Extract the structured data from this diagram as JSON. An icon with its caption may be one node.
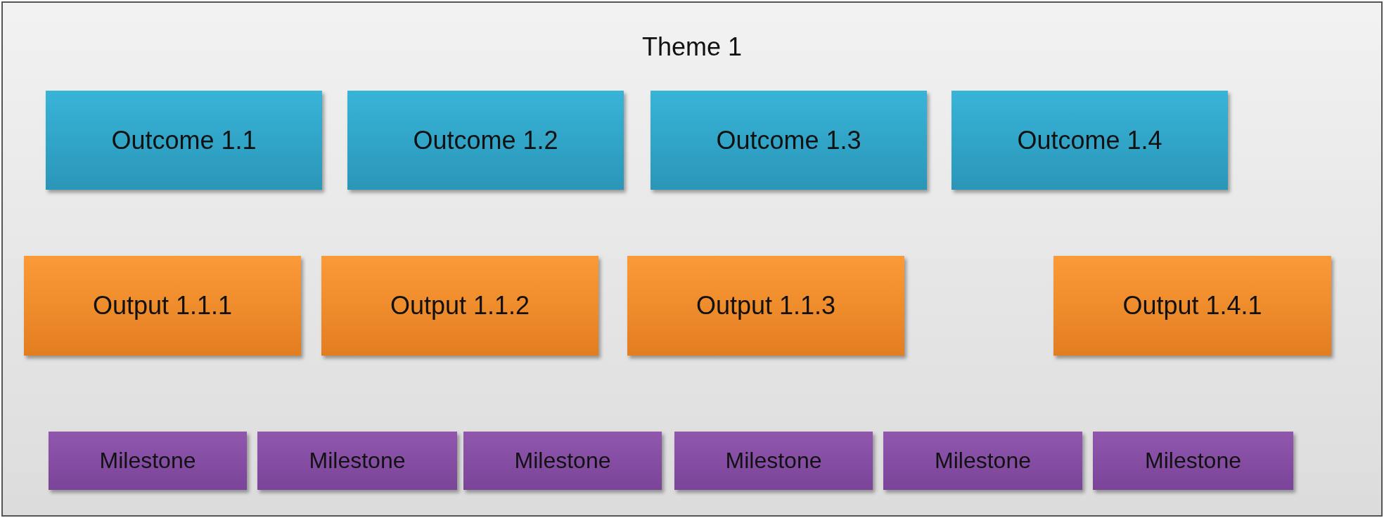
{
  "diagram": {
    "nodes": [
      {
        "text": [
          "Theme 1"
        ]
      },
      {
        "text": [
          "Outcome 1.1"
        ],
        "in": 0
      },
      {
        "text": [
          "Outcome 1.2"
        ],
        "in": 0
      },
      {
        "text": [
          "Outcome 1.3"
        ],
        "in": 0
      },
      {
        "text": [
          "Outcome 1.4"
        ],
        "in": 0
      },
      {
        "text": [
          "Output 1.1.1"
        ],
        "in": 0
      },
      {
        "text": [
          "Output 1.1.2"
        ],
        "in": 0
      },
      {
        "text": [
          "Output 1.1.3"
        ],
        "in": 0
      },
      {
        "text": [
          "Output 1.4.1"
        ],
        "in": 0
      },
      {
        "text": [
          "Milestone"
        ],
        "in": 0
      },
      {
        "text": [
          "Milestone"
        ],
        "in": 0
      },
      {
        "text": [
          "Milestone"
        ],
        "in": 0
      },
      {
        "text": [
          "Milestone"
        ],
        "in": 0
      },
      {
        "text": [
          "Milestone"
        ],
        "in": 0
      },
      {
        "text": [
          "Milestone"
        ],
        "in": 0
      }
    ]
  }
}
